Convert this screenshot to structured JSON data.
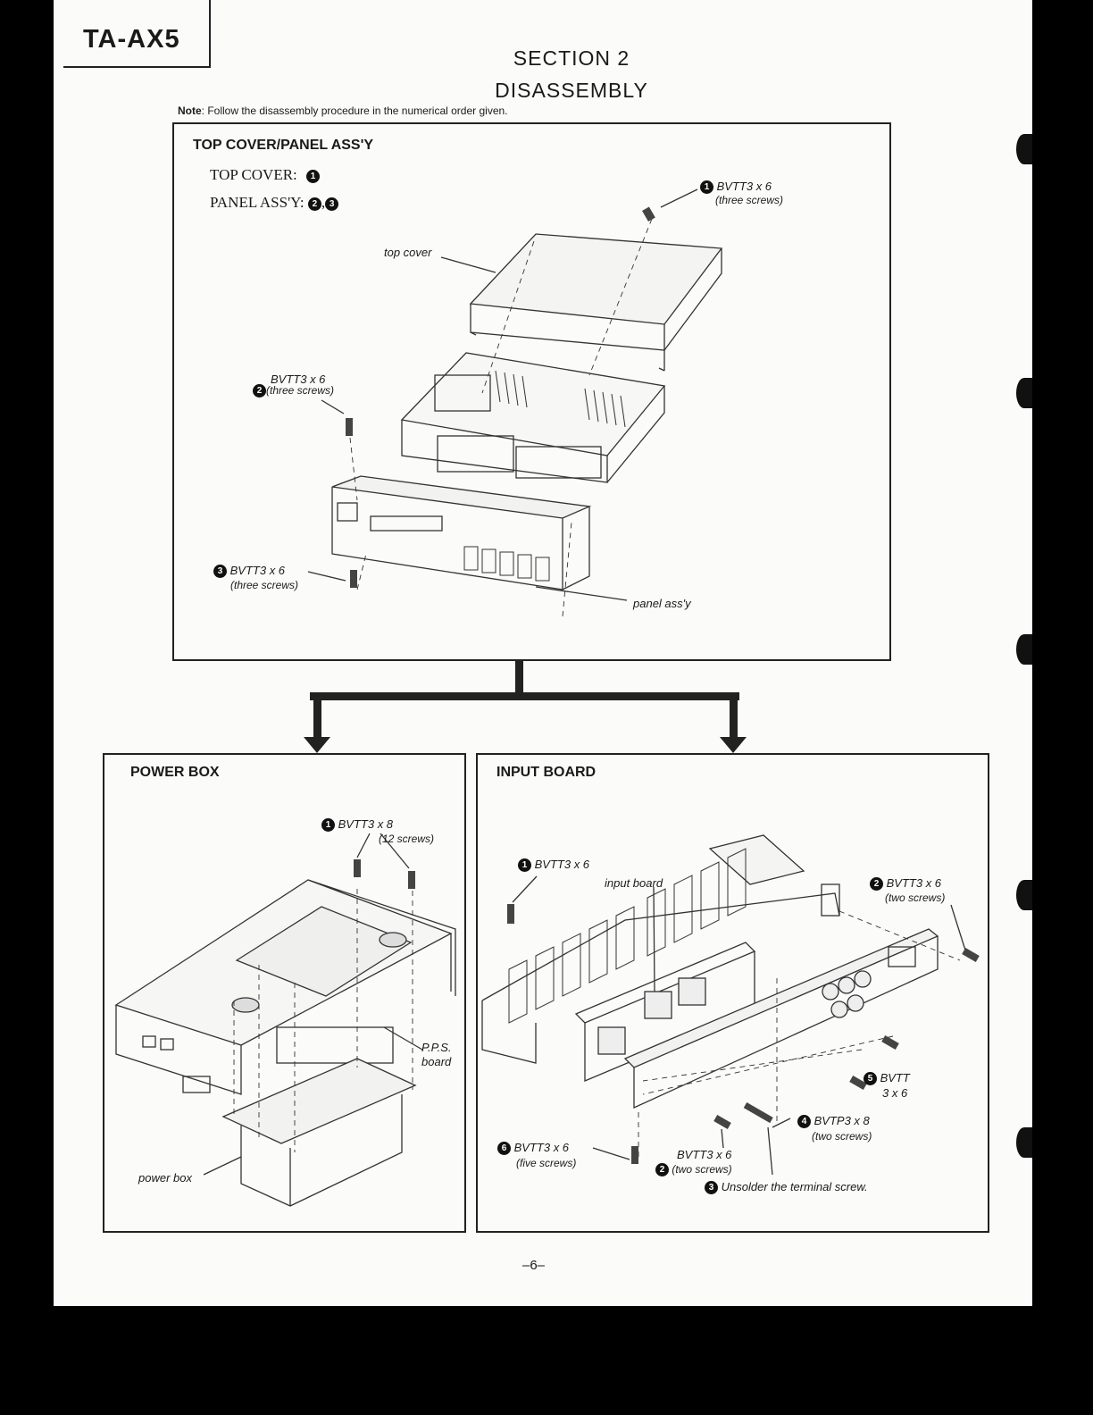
{
  "model": "TA-AX5",
  "section": "SECTION 2",
  "title": "DISASSEMBLY",
  "note_label": "Note",
  "note_text": ": Follow the disassembly procedure in the numerical order given.",
  "top_panel": {
    "title": "TOP COVER/PANEL ASS'Y",
    "top_cover_line": "TOP COVER:",
    "top_cover_steps": [
      "1"
    ],
    "panel_line": "PANEL ASS'Y:",
    "panel_steps": [
      "2",
      "3"
    ],
    "labels": {
      "screw1_num": "1",
      "screw1": "BVTT3 x 6",
      "screw1_note": "(three screws)",
      "top_cover": "top cover",
      "screw2_num": "2",
      "screw2": "BVTT3 x 6",
      "screw2_note": "(three screws)",
      "screw3_num": "3",
      "screw3": "BVTT3 x 6",
      "screw3_note": "(three screws)",
      "panel_assy": "panel ass'y"
    }
  },
  "power_panel": {
    "title": "POWER BOX",
    "labels": {
      "screw1_num": "1",
      "screw1": "BVTT3 x 8",
      "screw1_note": "(12 screws)",
      "pps": "P.P.S.",
      "board": "board",
      "power_box": "power box"
    }
  },
  "input_panel": {
    "title": "INPUT BOARD",
    "labels": {
      "s1_num": "1",
      "s1": "BVTT3 x 6",
      "input_board": "input board",
      "s2a_num": "2",
      "s2a": "BVTT3 x 6",
      "s2a_note": "(two screws)",
      "s5_num": "5",
      "s5": "BVTT",
      "s5b": "3 x 6",
      "s4_num": "4",
      "s4": "BVTP3 x 8",
      "s4_note": "(two screws)",
      "s6_num": "6",
      "s6": "BVTT3 x 6",
      "s6_note": "(five screws)",
      "s2b_num": "2",
      "s2b": "BVTT3 x 6",
      "s2b_note": "(two screws)",
      "s3_num": "3",
      "s3": "Unsolder the terminal screw."
    }
  },
  "page_number": "–6–"
}
